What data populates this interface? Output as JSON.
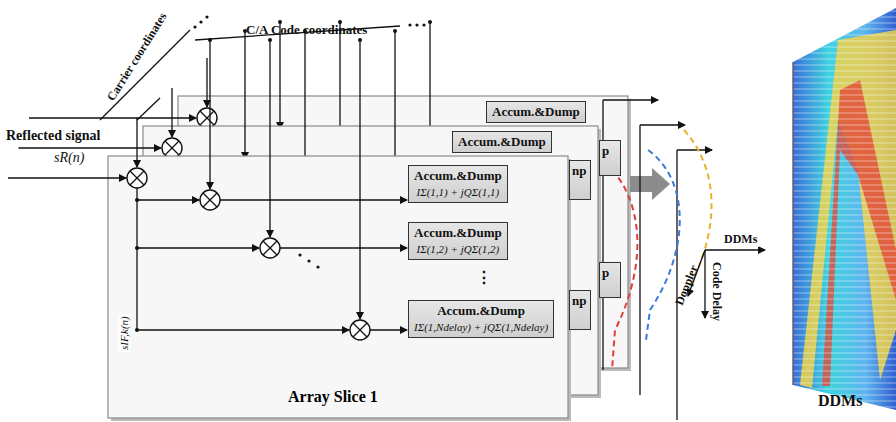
{
  "diagram": {
    "nodes": [
      {
        "text": [
          "Array Slice 1"
        ]
      },
      {
        "text": [
          "Accum.&Dump",
          "IΣ(1,1) + jQΣ(1,1)"
        ],
        "in": 0
      },
      {
        "text": [
          "Accum.&Dump",
          "IΣ(1,2) + jQΣ(1,2)"
        ],
        "in": 0
      },
      {
        "text": [
          "Accum.&Dump",
          "IΣ(1,Ndelay) + jQΣ(1,Ndelay)"
        ],
        "in": 0
      },
      {
        "text": [
          "Accum.&Dump"
        ]
      },
      {
        "text": [
          "Accum.&Dump"
        ]
      },
      {
        "text": [
          "np"
        ]
      },
      {
        "text": [
          "np"
        ]
      },
      {
        "text": [
          "p"
        ]
      },
      {
        "text": [
          "p"
        ]
      }
    ],
    "labels": [
      "Carrier coordinates",
      "C/A Code coordinates",
      "Reflected signal",
      "sR(n)",
      "sIF,k(n)",
      "⋮",
      "Doppler",
      "Code Delay",
      "DDMs",
      "DDMs"
    ]
  }
}
